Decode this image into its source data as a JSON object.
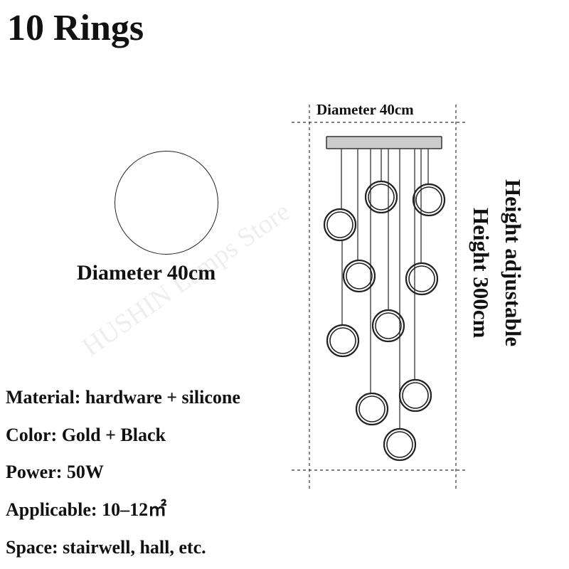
{
  "title": "10 Rings",
  "top_view": {
    "diameter_label": "Diameter 40cm"
  },
  "side_view": {
    "width_label": "Diameter 40cm",
    "height_adjustable_label": "Height adjustable",
    "height_label": "Height 300cm",
    "ring_count": 10
  },
  "specs": {
    "material": "Material: hardware + silicone",
    "color": "Color: Gold + Black",
    "power": "Power: 50W",
    "applicable": "Applicable: 10–12㎡",
    "space": "Space: stairwell, hall, etc."
  },
  "watermark": "HUSHIN Lamps Store",
  "colors": {
    "text": "#111111",
    "line": "#222222",
    "canopy": "#cccccc"
  }
}
